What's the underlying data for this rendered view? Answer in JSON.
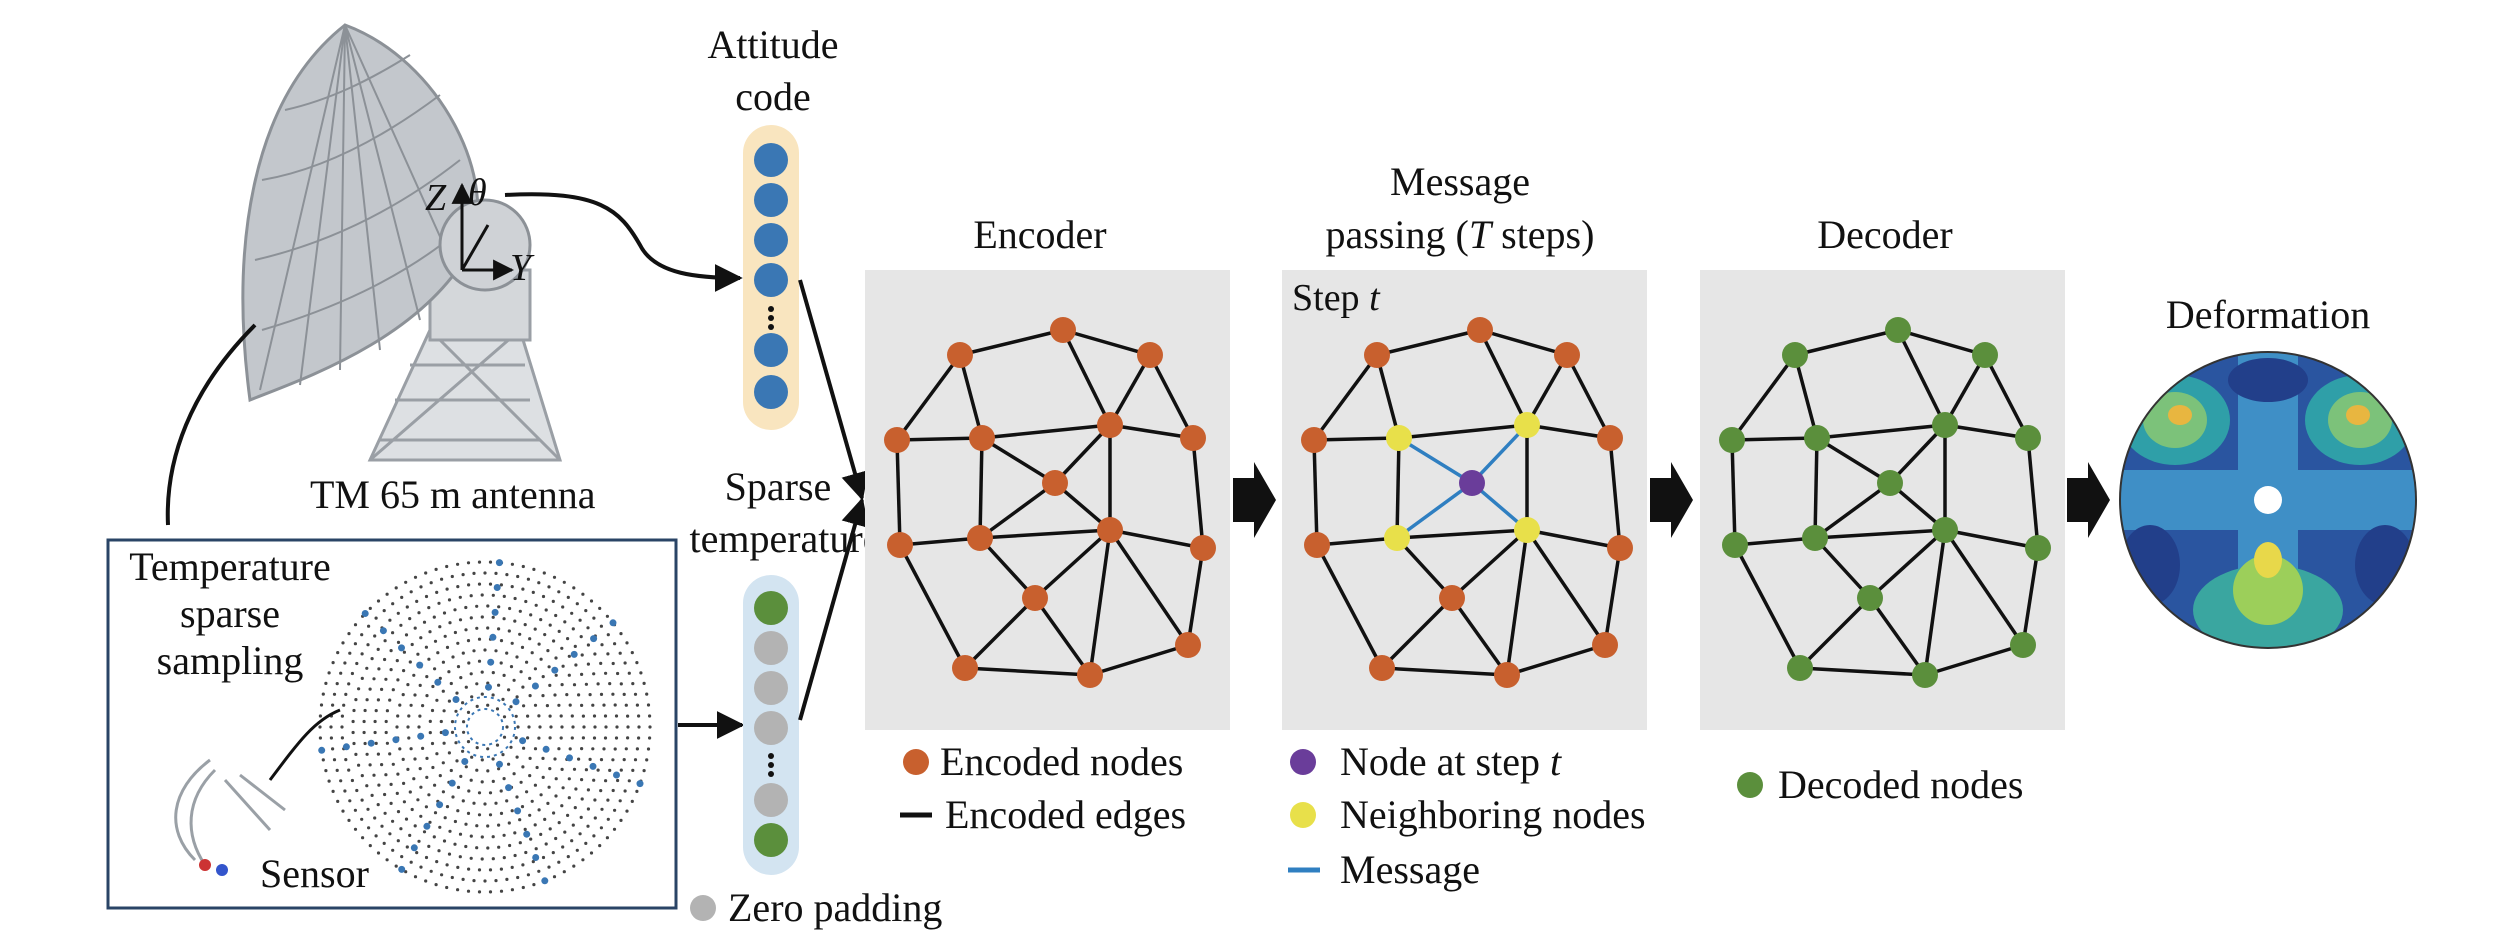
{
  "antenna": {
    "name": "TM 65 m antenna",
    "axis_z": "Z",
    "axis_theta": "θ",
    "axis_y": "Y"
  },
  "attitude_code": {
    "line1": "Attitude",
    "line2": "code"
  },
  "sparse_temperature": {
    "line1": "Sparse",
    "line2": "temperature"
  },
  "sampling_box": {
    "line1": "Temperature",
    "line2": "sparse",
    "line3": "sampling",
    "sensor": "Sensor"
  },
  "encoder": {
    "title": "Encoder"
  },
  "message_passing": {
    "title_line1": "Message",
    "title_line2_pre": "passing (",
    "title_line2_var": "T",
    "title_line2_post": " steps)",
    "step_pre": "Step ",
    "step_var": "t"
  },
  "decoder": {
    "title": "Decoder"
  },
  "deformation": {
    "title": "Deformation"
  },
  "legends": {
    "encoded_nodes": "Encoded nodes",
    "encoded_edges": "Encoded edges",
    "node_at_step_pre": "Node at step ",
    "node_at_step_var": "t",
    "neighboring_nodes": "Neighboring nodes",
    "message": "Message",
    "decoded_nodes": "Decoded nodes",
    "zero_padding": "Zero padding"
  },
  "colors": {
    "encoded_node": "#c8602e",
    "decoded_node": "#5b8f3c",
    "step_node": "#6a3d9a",
    "neighbor_node": "#e8e04a",
    "message_edge": "#2f7fc1",
    "attitude_node": "#3a77b4",
    "padding_node": "#b3b3b3",
    "panel_bg": "#e6e6e6",
    "attitude_bg": "#f9e5bf",
    "temperature_bg": "#d3e4f1"
  }
}
